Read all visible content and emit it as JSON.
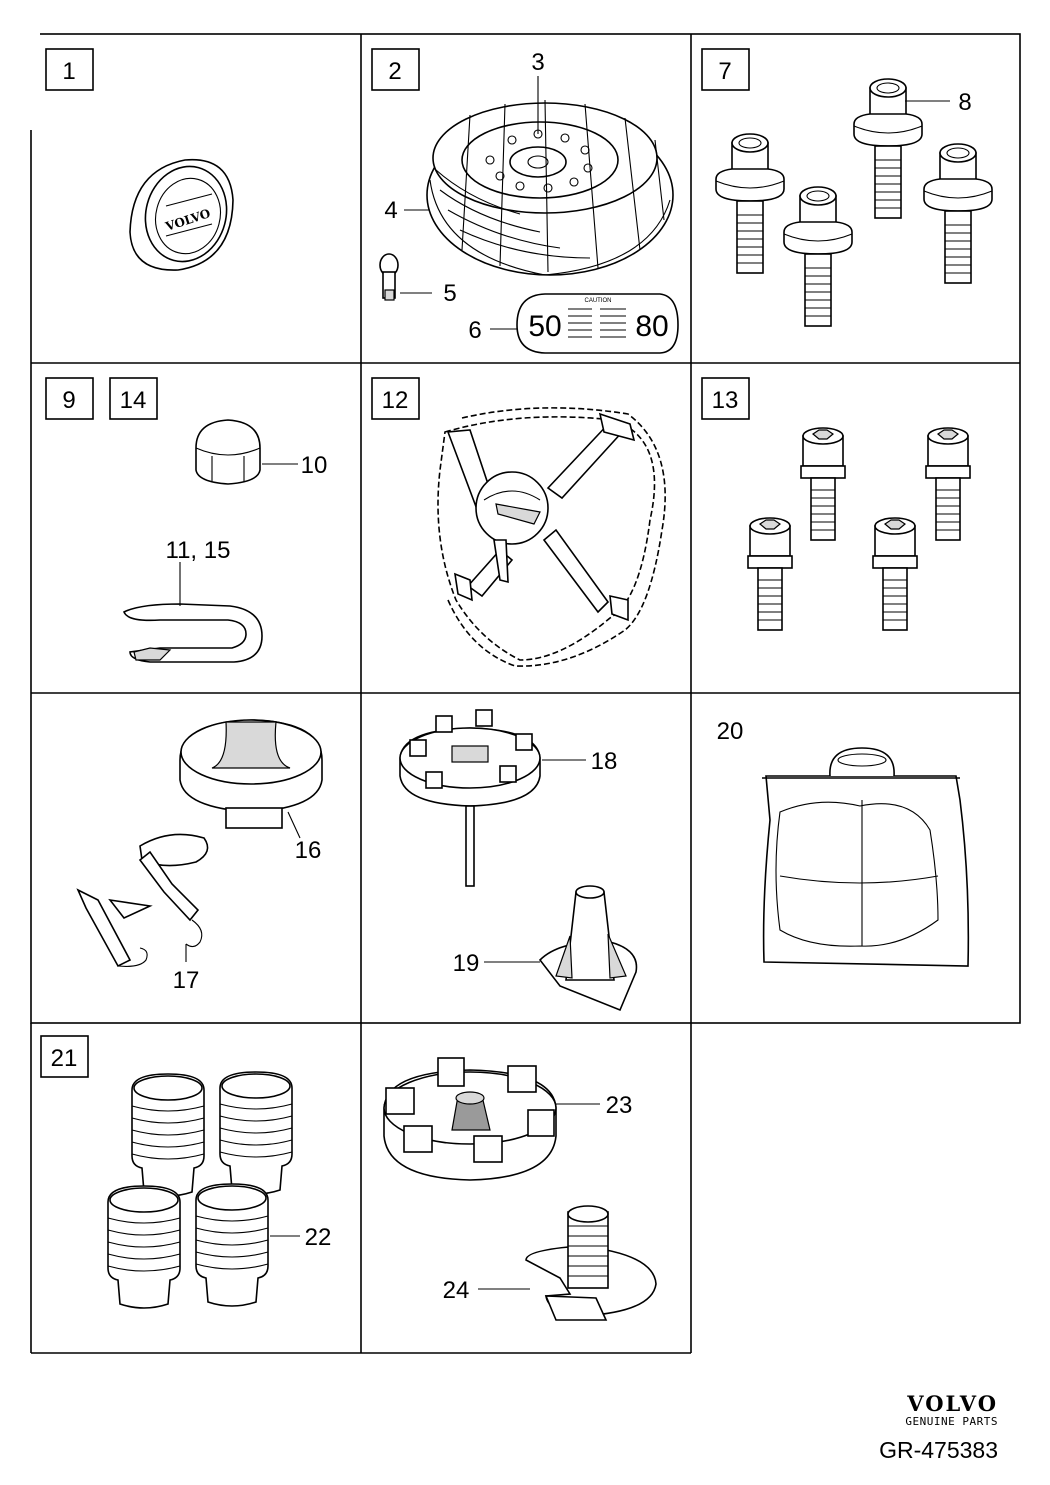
{
  "diagram": {
    "panel_boxes": [
      "1",
      "2",
      "7",
      "9",
      "14",
      "12",
      "13",
      "21"
    ],
    "callouts": [
      "3",
      "4",
      "5",
      "6",
      "8",
      "10",
      "11, 15",
      "16",
      "17",
      "18",
      "19",
      "20",
      "22",
      "23",
      "24"
    ],
    "logo_text": "VOLVO",
    "decal_speed_left": "50",
    "decal_speed_right": "80",
    "decal_heading": "CAUTION"
  },
  "footer": {
    "brand": "VOLVO",
    "tagline": "GENUINE PARTS",
    "code": "GR-475383"
  }
}
